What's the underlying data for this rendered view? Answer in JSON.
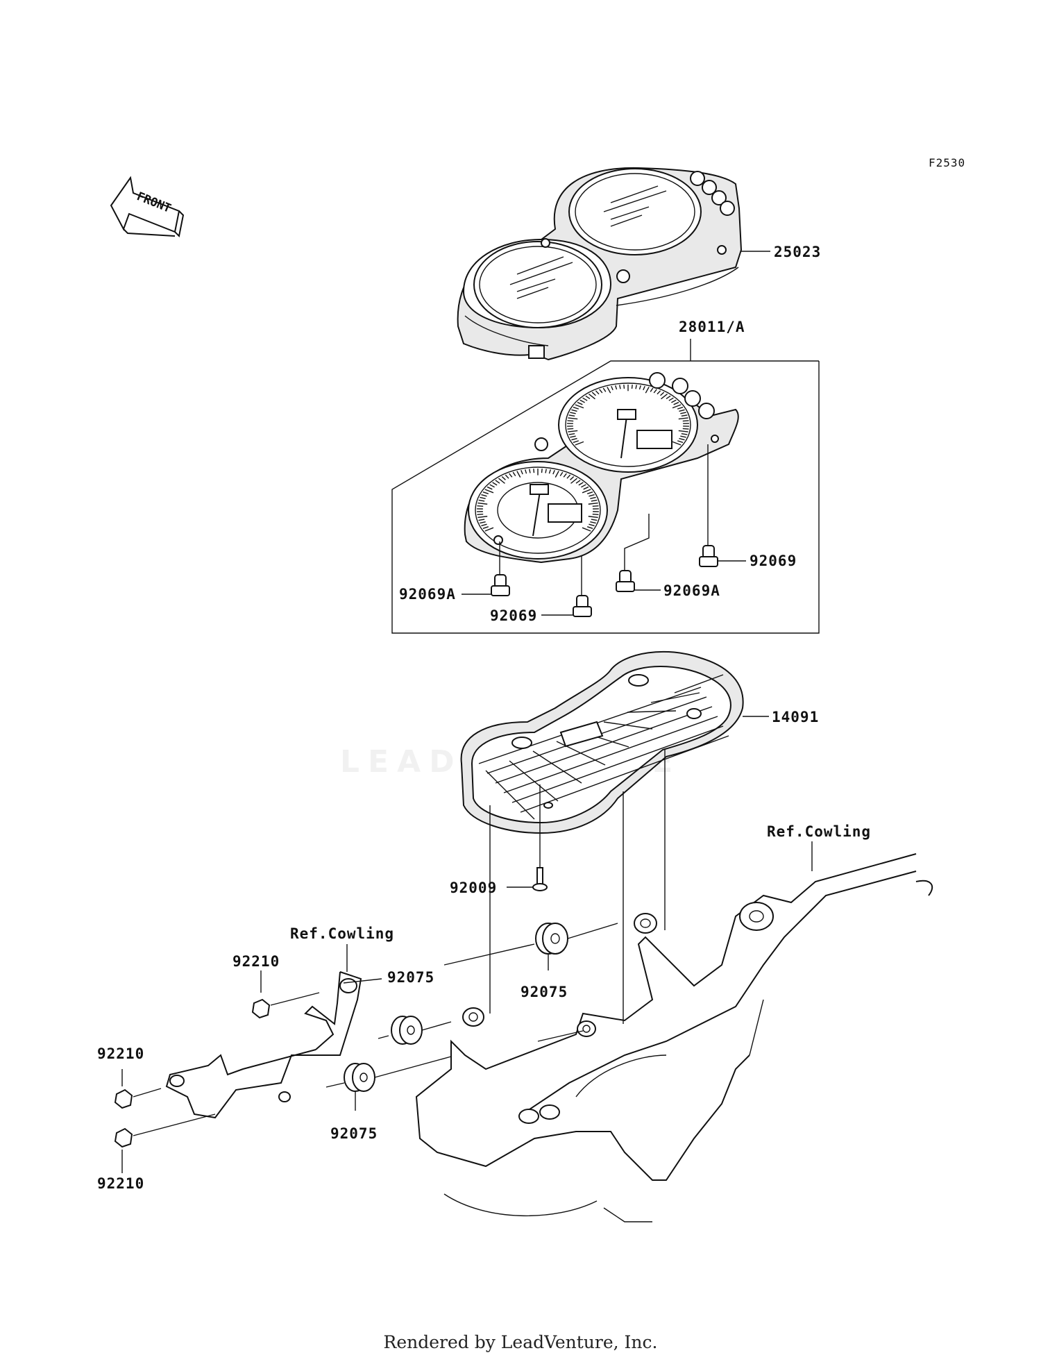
{
  "diagram_code": "F2530",
  "front_label": "FRONT",
  "watermark": "LEADVENTURE",
  "footer": "Rendered by LeadVenture, Inc.",
  "callouts": {
    "meter_cover": "25023",
    "meter_assembly": "28011/A",
    "bulb_right_upper": "92069",
    "bulb_left_a": "92069A",
    "bulb_center_a": "92069A",
    "bulb_lower": "92069",
    "meter_case": "14091",
    "ref_cowling_right": "Ref.Cowling",
    "screw": "92009",
    "ref_cowling_left": "Ref.Cowling",
    "damper_upper": "92075",
    "nut_top": "92210",
    "damper_mid": "92075",
    "damper_right": "92075",
    "nut_left": "92210",
    "damper_lower": "92075",
    "nut_bottom": "92210"
  }
}
